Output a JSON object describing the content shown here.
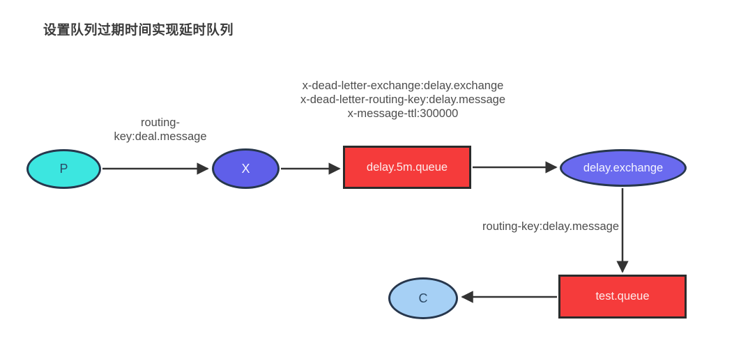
{
  "title": "设置队列过期时间实现延时队列",
  "diagram": {
    "nodes": {
      "producer": {
        "label": "P",
        "shape": "ellipse",
        "fill": "#3ce6e0"
      },
      "exchange_x": {
        "label": "X",
        "shape": "ellipse",
        "fill": "#5f5fe9"
      },
      "delay_queue": {
        "label": "delay.5m.queue",
        "shape": "rect",
        "fill": "#f53b3b"
      },
      "delay_exchange": {
        "label": "delay.exchange",
        "shape": "ellipse",
        "fill": "#6a6aef"
      },
      "test_queue": {
        "label": "test.queue",
        "shape": "rect",
        "fill": "#f53b3b"
      },
      "consumer": {
        "label": "C",
        "shape": "ellipse",
        "fill": "#a6d0f5"
      }
    },
    "labels": {
      "routing_p_x_line1": "routing-",
      "routing_p_x_line2": "key:deal.message",
      "queue_args_line1": "x-dead-letter-exchange:delay.exchange",
      "queue_args_line2": "x-dead-letter-routing-key:delay.message",
      "queue_args_line3": "x-message-ttl:300000",
      "routing_delay": "routing-key:delay.message"
    },
    "edges": [
      {
        "from": "producer",
        "to": "exchange_x"
      },
      {
        "from": "exchange_x",
        "to": "delay_queue"
      },
      {
        "from": "delay_queue",
        "to": "delay_exchange"
      },
      {
        "from": "delay_exchange",
        "to": "test_queue"
      },
      {
        "from": "test_queue",
        "to": "consumer"
      }
    ],
    "colors": {
      "arrow": "#333333",
      "node_stroke": "#2b2b2b",
      "label_text": "#4d4d4d",
      "title_text": "#3b3b3b"
    }
  }
}
